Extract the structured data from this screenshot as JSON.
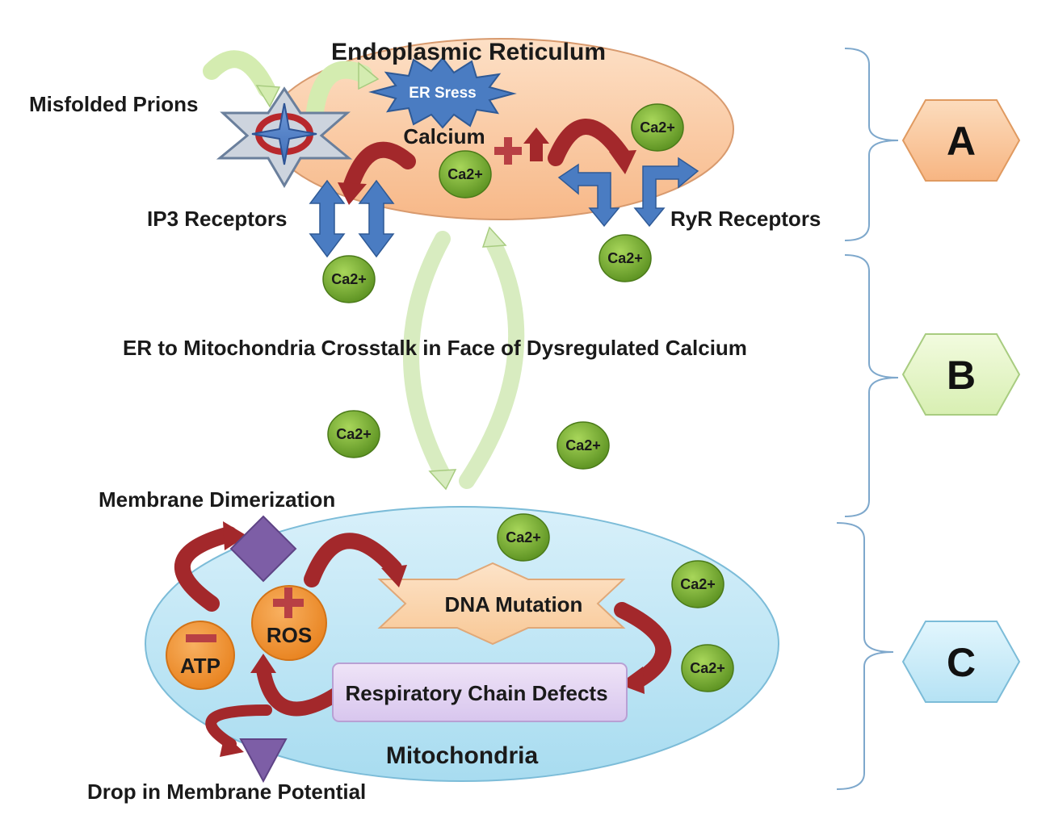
{
  "labels": {
    "er_title": "Endoplasmic Reticulum",
    "er_stress": "ER Sress",
    "misfolded_prions": "Misfolded Prions",
    "calcium": "Calcium",
    "ip3_receptors": "IP3 Receptors",
    "ryr_receptors": "RyR Receptors",
    "crosstalk": "ER to Mitochondria Crosstalk in Face of Dysregulated Calcium",
    "membrane_dimerization": "Membrane Dimerization",
    "dna_mutation": "DNA Mutation",
    "ros": "ROS",
    "atp": "ATP",
    "respiratory_chain_defects": "Respiratory Chain Defects",
    "mitochondria_title": "Mitochondria",
    "drop_membrane_potential": "Drop in Membrane Potential"
  },
  "calcium_ion_label": "Ca2+",
  "sections": [
    "A",
    "B",
    "C"
  ],
  "colors": {
    "er_fill": "#f9caa3",
    "mito_fill": "#c4e6f4",
    "calcium_green": "#6aa022",
    "dark_red_arrow": "#a3282b",
    "blue_arrow": "#4a7cc2",
    "light_green_arrow": "#d4ecb0",
    "purple_shape": "#7d5ea6",
    "orange_circle": "#f29339",
    "section_a": "#f9c99e",
    "section_b": "#e7f7c6",
    "section_c": "#cdeefa"
  }
}
